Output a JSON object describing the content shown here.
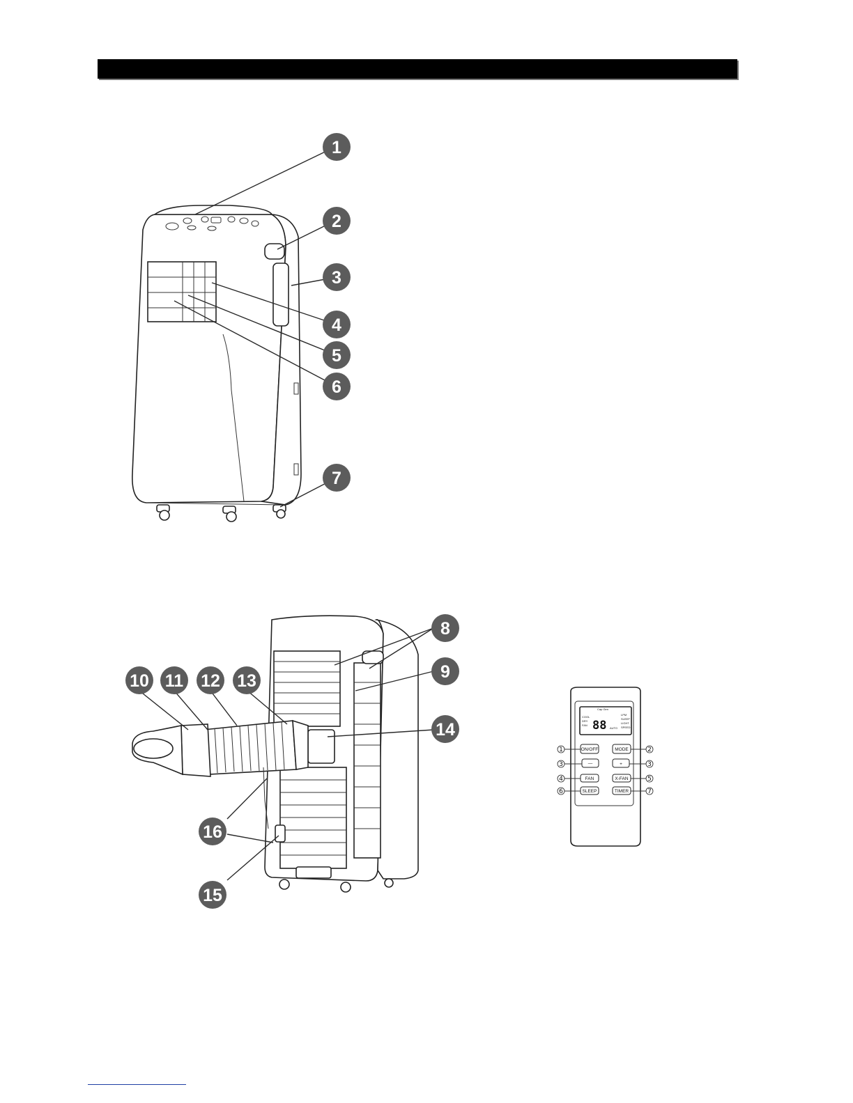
{
  "callouts_front": [
    "1",
    "2",
    "3",
    "4",
    "5",
    "6",
    "7"
  ],
  "callouts_rear": [
    "8",
    "9",
    "10",
    "11",
    "12",
    "13",
    "14",
    "15",
    "16"
  ],
  "remote": {
    "lcd_labels": {
      "top": "Cap   Gen",
      "left": [
        "COOL",
        "DRY",
        "FAN"
      ],
      "right": [
        "LPM",
        "SLEEP",
        "LIGHT",
        "SPEED"
      ],
      "digits": "88",
      "auto": "AUTO"
    },
    "buttons": {
      "on_off": "ON/OFF",
      "mode": "MODE",
      "minus": "—",
      "plus": "+",
      "fan": "FAN",
      "x_fan": "X-FAN",
      "sleep": "SLEEP",
      "timer": "TIMER"
    },
    "numbers": {
      "on_off": "1",
      "mode": "2",
      "minus": "3",
      "plus": "3",
      "fan": "4",
      "x_fan": "5",
      "sleep": "6",
      "timer": "7"
    }
  }
}
